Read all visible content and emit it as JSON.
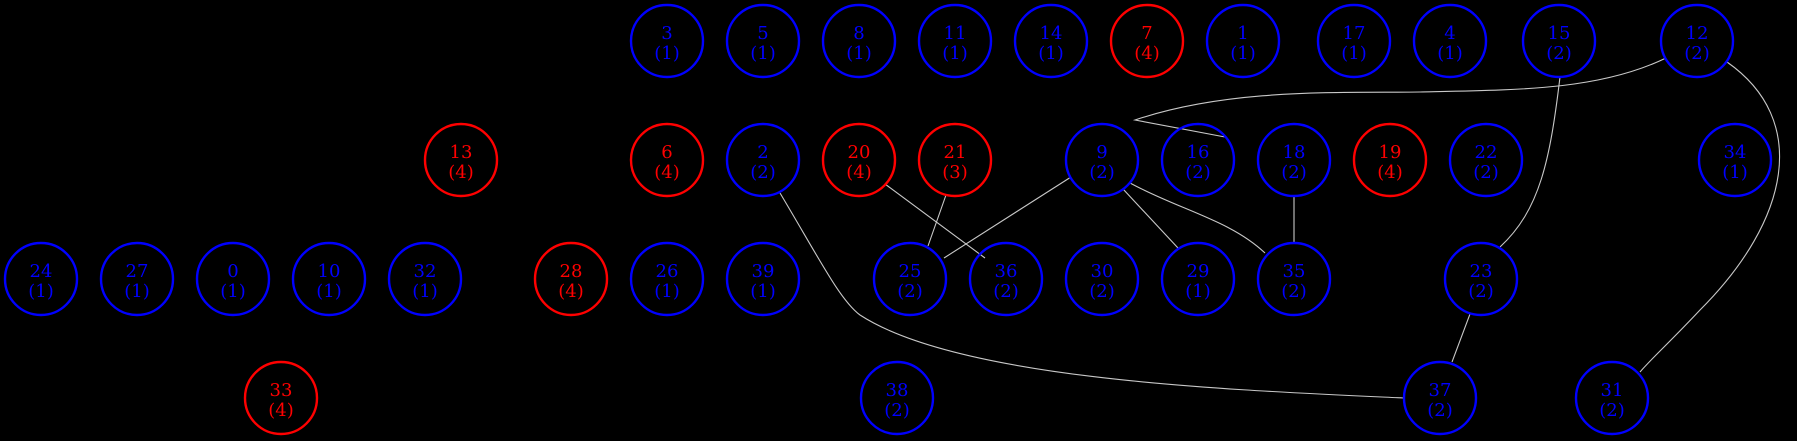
{
  "colors": {
    "background": "#000000",
    "node_default": "#0000ff",
    "node_highlight": "#ff0000",
    "edge": "#c8c8c8"
  },
  "nodes": [
    {
      "id": "3",
      "line1": "3",
      "line2": "(1)",
      "color": "blue"
    },
    {
      "id": "5",
      "line1": "5",
      "line2": "(1)",
      "color": "blue"
    },
    {
      "id": "8",
      "line1": "8",
      "line2": "(1)",
      "color": "blue"
    },
    {
      "id": "11",
      "line1": "11",
      "line2": "(1)",
      "color": "blue"
    },
    {
      "id": "14",
      "line1": "14",
      "line2": "(1)",
      "color": "blue"
    },
    {
      "id": "7",
      "line1": "7",
      "line2": "(4)",
      "color": "red"
    },
    {
      "id": "1",
      "line1": "1",
      "line2": "(1)",
      "color": "blue"
    },
    {
      "id": "17",
      "line1": "17",
      "line2": "(1)",
      "color": "blue"
    },
    {
      "id": "4",
      "line1": "4",
      "line2": "(1)",
      "color": "blue"
    },
    {
      "id": "15",
      "line1": "15",
      "line2": "(2)",
      "color": "blue"
    },
    {
      "id": "12",
      "line1": "12",
      "line2": "(2)",
      "color": "blue"
    },
    {
      "id": "13",
      "line1": "13",
      "line2": "(4)",
      "color": "red"
    },
    {
      "id": "6",
      "line1": "6",
      "line2": "(4)",
      "color": "red"
    },
    {
      "id": "2",
      "line1": "2",
      "line2": "(2)",
      "color": "blue"
    },
    {
      "id": "20",
      "line1": "20",
      "line2": "(4)",
      "color": "red"
    },
    {
      "id": "21",
      "line1": "21",
      "line2": "(3)",
      "color": "red"
    },
    {
      "id": "9",
      "line1": "9",
      "line2": "(2)",
      "color": "blue"
    },
    {
      "id": "16",
      "line1": "16",
      "line2": "(2)",
      "color": "blue"
    },
    {
      "id": "18",
      "line1": "18",
      "line2": "(2)",
      "color": "blue"
    },
    {
      "id": "19",
      "line1": "19",
      "line2": "(4)",
      "color": "red"
    },
    {
      "id": "22",
      "line1": "22",
      "line2": "(2)",
      "color": "blue"
    },
    {
      "id": "34",
      "line1": "34",
      "line2": "(1)",
      "color": "blue"
    },
    {
      "id": "24",
      "line1": "24",
      "line2": "(1)",
      "color": "blue"
    },
    {
      "id": "27",
      "line1": "27",
      "line2": "(1)",
      "color": "blue"
    },
    {
      "id": "0",
      "line1": "0",
      "line2": "(1)",
      "color": "blue"
    },
    {
      "id": "10",
      "line1": "10",
      "line2": "(1)",
      "color": "blue"
    },
    {
      "id": "32",
      "line1": "32",
      "line2": "(1)",
      "color": "blue"
    },
    {
      "id": "28",
      "line1": "28",
      "line2": "(4)",
      "color": "red"
    },
    {
      "id": "26",
      "line1": "26",
      "line2": "(1)",
      "color": "blue"
    },
    {
      "id": "39",
      "line1": "39",
      "line2": "(1)",
      "color": "blue"
    },
    {
      "id": "25",
      "line1": "25",
      "line2": "(2)",
      "color": "blue"
    },
    {
      "id": "36",
      "line1": "36",
      "line2": "(2)",
      "color": "blue"
    },
    {
      "id": "30",
      "line1": "30",
      "line2": "(2)",
      "color": "blue"
    },
    {
      "id": "29",
      "line1": "29",
      "line2": "(1)",
      "color": "blue"
    },
    {
      "id": "35",
      "line1": "35",
      "line2": "(2)",
      "color": "blue"
    },
    {
      "id": "23",
      "line1": "23",
      "line2": "(2)",
      "color": "blue"
    },
    {
      "id": "33",
      "line1": "33",
      "line2": "(4)",
      "color": "red"
    },
    {
      "id": "38",
      "line1": "38",
      "line2": "(2)",
      "color": "blue"
    },
    {
      "id": "37",
      "line1": "37",
      "line2": "(2)",
      "color": "blue"
    },
    {
      "id": "31",
      "line1": "31",
      "line2": "(2)",
      "color": "blue"
    }
  ],
  "edges": [
    {
      "from": "12",
      "to": "16"
    },
    {
      "from": "12",
      "to": "31"
    },
    {
      "from": "15",
      "to": "23"
    },
    {
      "from": "2",
      "to": "37"
    },
    {
      "from": "20",
      "to": "36"
    },
    {
      "from": "21",
      "to": "25"
    },
    {
      "from": "9",
      "to": "25"
    },
    {
      "from": "9",
      "to": "29"
    },
    {
      "from": "9",
      "to": "35"
    },
    {
      "from": "18",
      "to": "35"
    },
    {
      "from": "23",
      "to": "37"
    }
  ]
}
